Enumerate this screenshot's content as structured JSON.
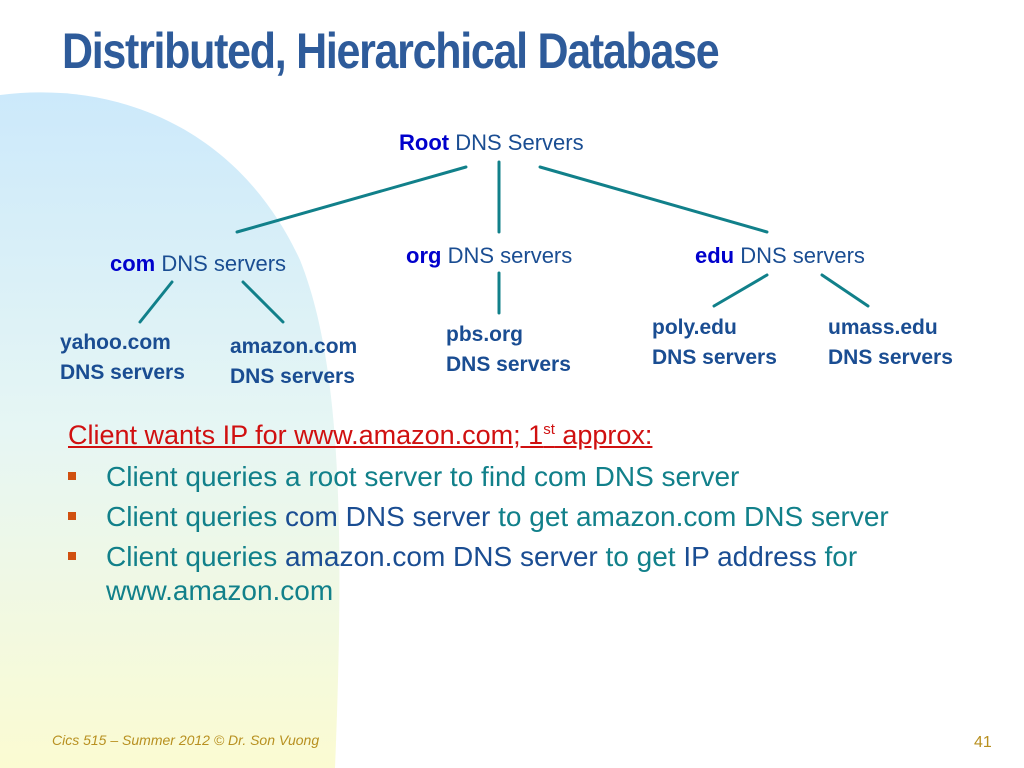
{
  "title": "Distributed, Hierarchical Database",
  "tree": {
    "root": {
      "keyword": "Root",
      "rest": "DNS Servers"
    },
    "tld": [
      {
        "keyword": "com",
        "rest": "DNS servers"
      },
      {
        "keyword": "org",
        "rest": "DNS servers"
      },
      {
        "keyword": "edu",
        "rest": "DNS servers"
      }
    ],
    "leaves": [
      {
        "line1": "yahoo.com",
        "line2": "DNS servers"
      },
      {
        "line1": "amazon.com",
        "line2": "DNS servers"
      },
      {
        "line1": "pbs.org",
        "line2": "DNS servers"
      },
      {
        "line1": "poly.edu",
        "line2": "DNS servers"
      },
      {
        "line1": "umass.edu",
        "line2": "DNS servers"
      }
    ]
  },
  "heading": {
    "prefix": "Client wants IP for www.amazon.com; 1",
    "sup": "st",
    "suffix": " approx:"
  },
  "bullets": [
    {
      "parts": [
        {
          "text": "Client queries a root server to find com DNS server",
          "em": false
        }
      ]
    },
    {
      "parts": [
        {
          "text": "Client queries ",
          "em": false
        },
        {
          "text": "com DNS server",
          "em": true
        },
        {
          "text": " to get amazon.com DNS server",
          "em": false
        }
      ]
    },
    {
      "parts": [
        {
          "text": "Client queries ",
          "em": false
        },
        {
          "text": "amazon.com DNS server",
          "em": true
        },
        {
          "text": " to get  ",
          "em": false
        },
        {
          "text": "IP address",
          "em": true
        },
        {
          "text": " for www.amazon.com",
          "em": false
        }
      ]
    }
  ],
  "footer": "Cics 515 – Summer 2012  ©  Dr. Son Vuong",
  "page_number": "41",
  "colors": {
    "title": "#2e5b9a",
    "line": "#11808a",
    "keyword": "#0000cc",
    "heading": "#d01010",
    "bullet_text": "#11808a",
    "footer": "#b89020"
  }
}
